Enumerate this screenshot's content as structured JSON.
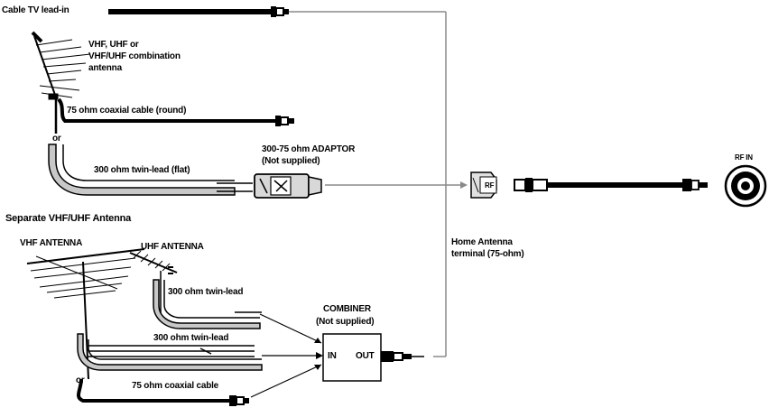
{
  "labels": {
    "cable_tv": "Cable TV lead-in",
    "vhf_uhf_1": "VHF, UHF or",
    "vhf_uhf_2": "VHF/UHF combination",
    "vhf_uhf_3": "antenna",
    "coax_round": "75 ohm coaxial cable (round)",
    "or_1": "or",
    "adaptor_1": "300-75 ohm ADAPTOR",
    "adaptor_2": "(Not supplied)",
    "twin_flat": "300 ohm twin-lead (flat)",
    "separate": "Separate VHF/UHF Antenna",
    "vhf_antenna": "VHF ANTENNA",
    "uhf_antenna": "UHF ANTENNA",
    "twin_lead_a": "300 ohm twin-lead",
    "combiner_1": "COMBINER",
    "combiner_2": "(Not supplied)",
    "twin_lead_b": "300 ohm twin-lead",
    "combiner_in": "IN",
    "combiner_out": "OUT",
    "or_2": "or",
    "coax_b": "75 ohm coaxial cable",
    "home_antenna_1": "Home Antenna",
    "home_antenna_2": "terminal (75-ohm)",
    "rf_label": "RF IN",
    "plug_label": "RF"
  }
}
